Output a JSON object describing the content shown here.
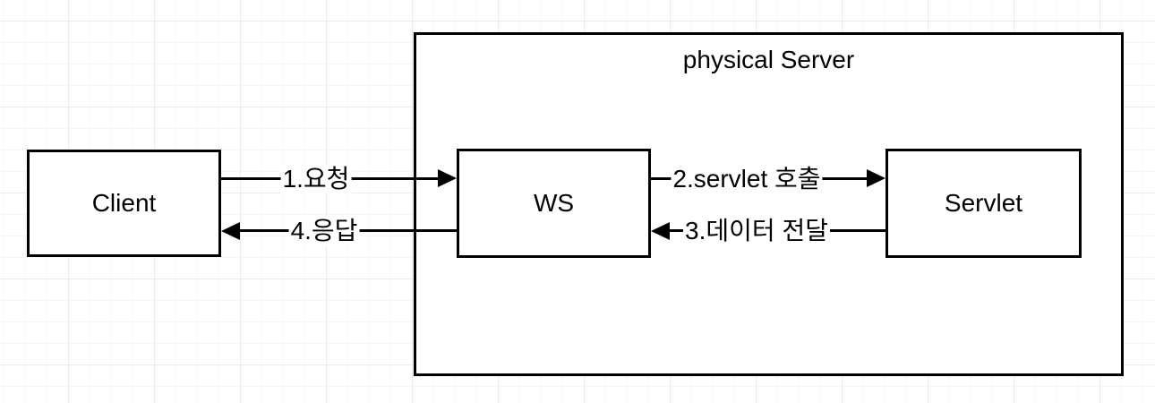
{
  "container": {
    "title": "physical Server"
  },
  "nodes": {
    "client": {
      "label": "Client"
    },
    "ws": {
      "label": "WS"
    },
    "servlet": {
      "label": "Servlet"
    }
  },
  "edges": {
    "request": {
      "label": "1.요청",
      "from": "Client",
      "to": "WS",
      "direction": "right"
    },
    "servlet_call": {
      "label": "2.servlet 호출",
      "from": "WS",
      "to": "Servlet",
      "direction": "right"
    },
    "data_return": {
      "label": "3.데이터 전달",
      "from": "Servlet",
      "to": "WS",
      "direction": "left"
    },
    "response": {
      "label": "4.응답",
      "from": "WS",
      "to": "Client",
      "direction": "left"
    }
  },
  "colors": {
    "stroke": "#000000",
    "node_fill": "#ffffff",
    "background": "#ffffff",
    "grid_minor": "#f6f6f6",
    "grid_major": "#ececec"
  }
}
